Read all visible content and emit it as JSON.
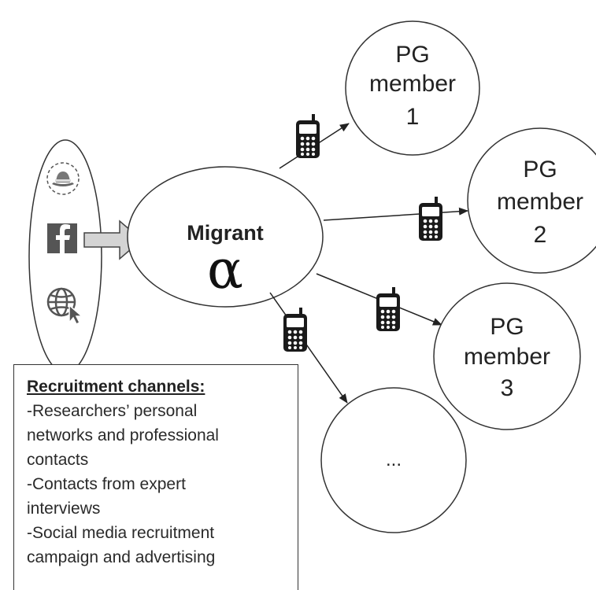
{
  "center": {
    "label": "Migrant",
    "symbol": "α"
  },
  "members": [
    {
      "line1": "PG",
      "line2": "member",
      "line3": "1"
    },
    {
      "line1": "PG",
      "line2": "member",
      "line3": "2"
    },
    {
      "line1": "PG",
      "line2": "member",
      "line3": "3"
    },
    {
      "line1": "...",
      "line2": "",
      "line3": ""
    }
  ],
  "channel_icons": [
    "hat-icon",
    "facebook-icon",
    "globe-cursor-icon"
  ],
  "legend": {
    "title": "Recruitment channels:",
    "items": [
      "-Researchers’ personal\nnetworks and professional\ncontacts",
      "-Contacts from expert\ninterviews",
      "-Social media recruitment\ncampaign and advertising"
    ]
  }
}
